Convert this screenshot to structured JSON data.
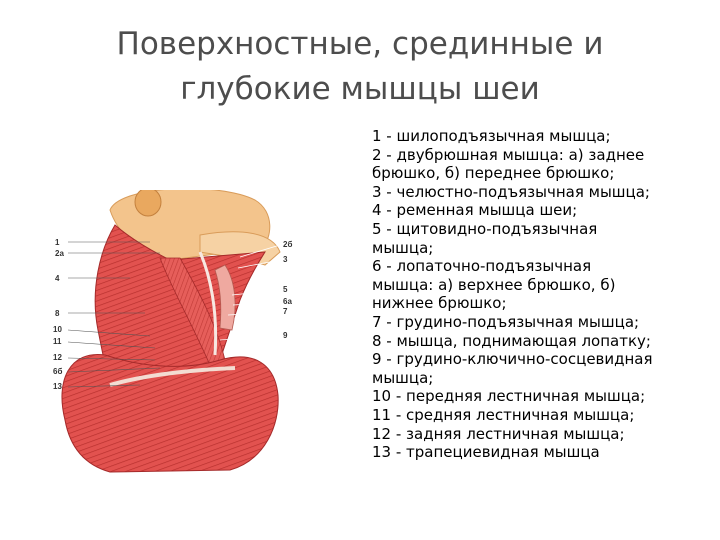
{
  "slide": {
    "title_line1": "Поверхностные, срединные и",
    "title_line2": "глубокие мышцы шеи"
  },
  "figure": {
    "labels_left": [
      "1",
      "2a",
      "4",
      "8",
      "10",
      "11",
      "12",
      "6б",
      "13"
    ],
    "labels_right": [
      "2б",
      "3",
      "5",
      "6а",
      "7",
      "9"
    ]
  },
  "legend": [
    "1 - шилоподъязычная мышца;",
    "2 - двубрюшная мышца: а) заднее",
    "брюшко, б) переднее брюшко;",
    "3 - челюстно-подъязычная мышца;",
    "4 - ременная мышца шеи;",
    "5 - щитовидно-подъязычная",
    "мышца;",
    "6 - лопаточно-подъязычная",
    "мышца: а) верхнее брюшко, б)",
    "нижнее брюшко;",
    "7 - грудино-подъязычная мышца;",
    "8 - мышца, поднимающая лопатку;",
    "9 - грудино-ключично-сосцевидная",
    "мышца;",
    "10 - передняя лестничная мышца;",
    "11 - средняя лестничная мышца;",
    "12 - задняя лестничная мышца;",
    "13 - трапециевидная мышца"
  ]
}
